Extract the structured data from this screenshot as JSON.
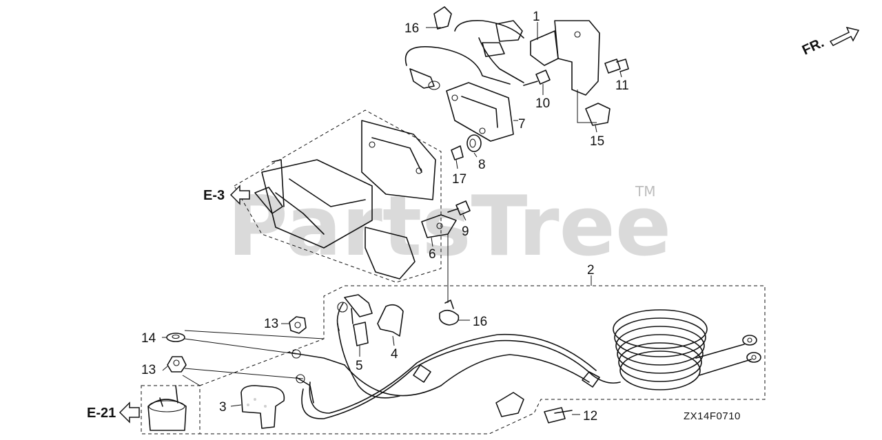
{
  "diagram": {
    "watermark": "PartsTree",
    "watermark_tm": "TM",
    "direction_label": "FR.",
    "figure_code": "ZX14F0710",
    "refs": [
      "E-3",
      "E-21"
    ],
    "callouts": [
      "1",
      "2",
      "3",
      "4",
      "5",
      "6",
      "7",
      "8",
      "9",
      "10",
      "11",
      "12",
      "13",
      "13",
      "14",
      "15",
      "16",
      "16",
      "17"
    ]
  }
}
